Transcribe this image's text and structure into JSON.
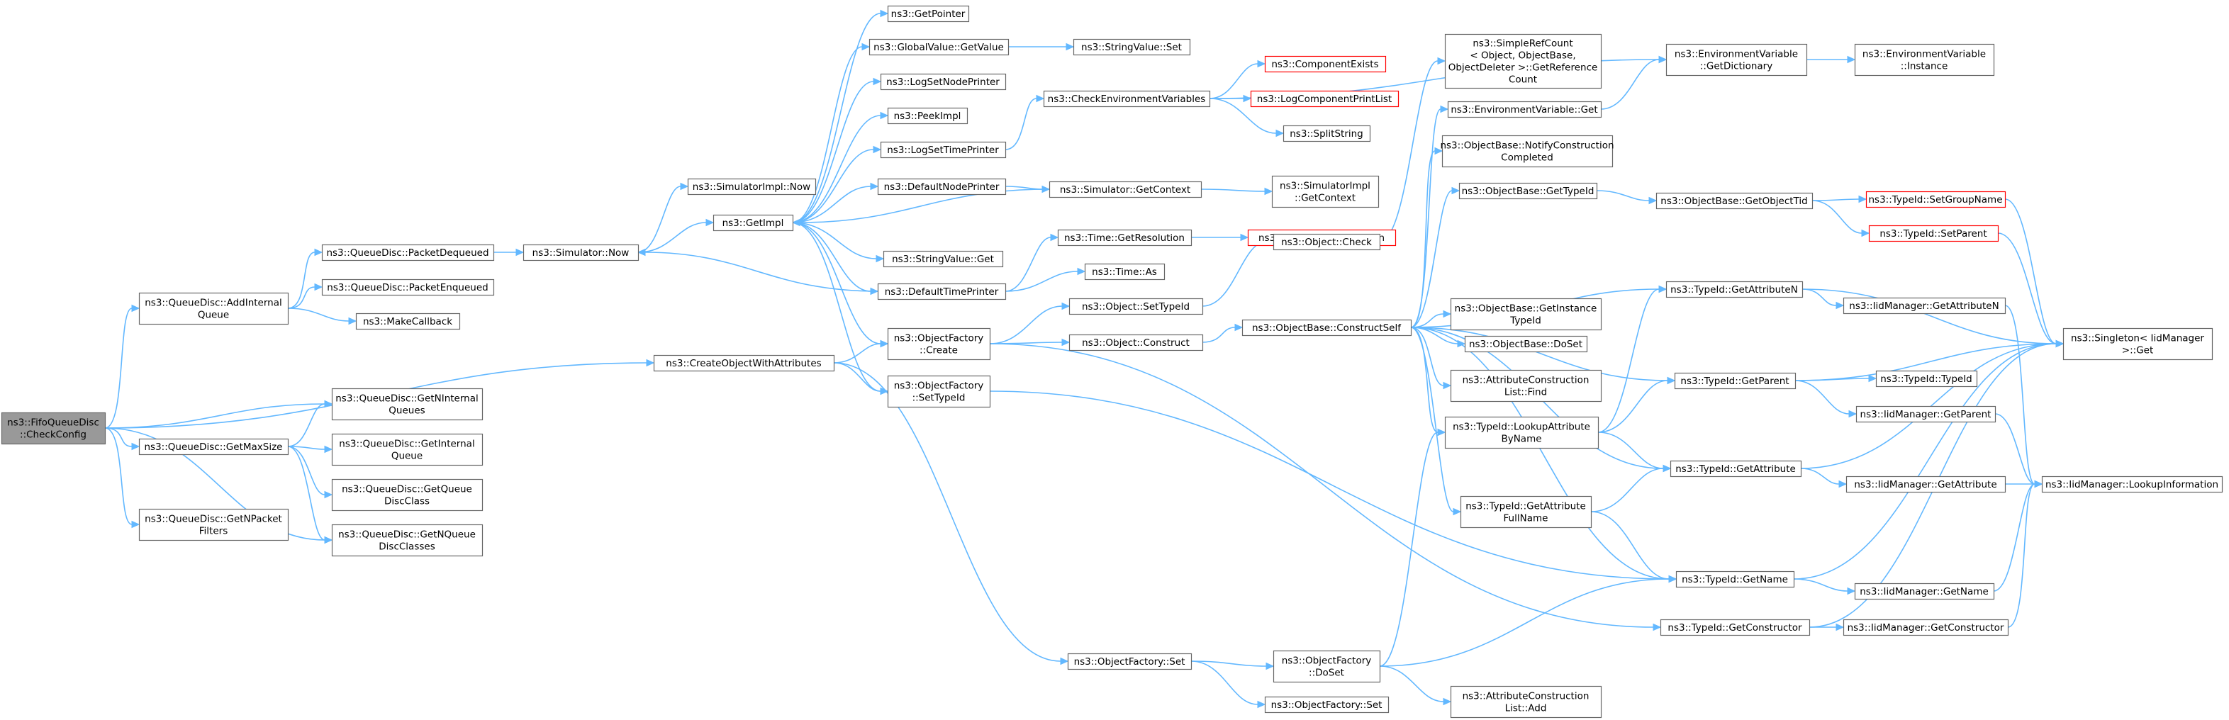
{
  "style": {
    "edge_color": "#63b8ff",
    "node_border": "#666666",
    "root_fill": "#999999",
    "root_border": "#666666",
    "red_border": "#ff0000",
    "node_fill": "#ffffff",
    "text_color": "#000000"
  },
  "nodes": [
    {
      "id": "root",
      "lines": [
        "ns3::FifoQueueDisc",
        "::CheckConfig"
      ],
      "kind": "root"
    },
    {
      "id": "addInternalQueue",
      "lines": [
        "ns3::QueueDisc::AddInternal",
        "Queue"
      ]
    },
    {
      "id": "getMaxSize",
      "lines": [
        "ns3::QueueDisc::GetMaxSize"
      ]
    },
    {
      "id": "getNPacketFilters",
      "lines": [
        "ns3::QueueDisc::GetNPacket",
        "Filters"
      ]
    },
    {
      "id": "createObjectWithAttributes",
      "lines": [
        "ns3::CreateObjectWithAttributes"
      ]
    },
    {
      "id": "getNInternalQueues",
      "lines": [
        "ns3::QueueDisc::GetNInternal",
        "Queues"
      ]
    },
    {
      "id": "getInternalQueue",
      "lines": [
        "ns3::QueueDisc::GetInternal",
        "Queue"
      ]
    },
    {
      "id": "getQueueDiscClass",
      "lines": [
        "ns3::QueueDisc::GetQueue",
        "DiscClass"
      ]
    },
    {
      "id": "getNQueueDiscClasses",
      "lines": [
        "ns3::QueueDisc::GetNQueue",
        "DiscClasses"
      ]
    },
    {
      "id": "packetDequeued",
      "lines": [
        "ns3::QueueDisc::PacketDequeued"
      ]
    },
    {
      "id": "packetEnqueued",
      "lines": [
        "ns3::QueueDisc::PacketEnqueued"
      ]
    },
    {
      "id": "makeCallback",
      "lines": [
        "ns3::MakeCallback"
      ]
    },
    {
      "id": "simNow",
      "lines": [
        "ns3::Simulator::Now"
      ]
    },
    {
      "id": "simImplNow",
      "lines": [
        "ns3::SimulatorImpl::Now"
      ]
    },
    {
      "id": "getImpl",
      "lines": [
        "ns3::GetImpl"
      ]
    },
    {
      "id": "getPointer",
      "lines": [
        "ns3::GetPointer"
      ]
    },
    {
      "id": "globalValueGetValue",
      "lines": [
        "ns3::GlobalValue::GetValue"
      ]
    },
    {
      "id": "logSetNodePrinter",
      "lines": [
        "ns3::LogSetNodePrinter"
      ]
    },
    {
      "id": "peekImpl",
      "lines": [
        "ns3::PeekImpl"
      ]
    },
    {
      "id": "logSetTimePrinter",
      "lines": [
        "ns3::LogSetTimePrinter"
      ]
    },
    {
      "id": "defaultNodePrinter",
      "lines": [
        "ns3::DefaultNodePrinter"
      ]
    },
    {
      "id": "stringValueGet",
      "lines": [
        "ns3::StringValue::Get"
      ]
    },
    {
      "id": "defaultTimePrinter",
      "lines": [
        "ns3::DefaultTimePrinter"
      ]
    },
    {
      "id": "ofCreate",
      "lines": [
        "ns3::ObjectFactory",
        "::Create"
      ]
    },
    {
      "id": "ofSetTypeId",
      "lines": [
        "ns3::ObjectFactory",
        "::SetTypeId"
      ]
    },
    {
      "id": "ofSet",
      "lines": [
        "ns3::ObjectFactory::Set"
      ]
    },
    {
      "id": "stringValueSet",
      "lines": [
        "ns3::StringValue::Set"
      ]
    },
    {
      "id": "checkEnvVars",
      "lines": [
        "ns3::CheckEnvironmentVariables"
      ]
    },
    {
      "id": "simGetContext",
      "lines": [
        "ns3::Simulator::GetContext"
      ]
    },
    {
      "id": "timeGetResolution",
      "lines": [
        "ns3::Time::GetResolution"
      ]
    },
    {
      "id": "timeAs",
      "lines": [
        "ns3::Time::As"
      ]
    },
    {
      "id": "objSetTypeId",
      "lines": [
        "ns3::Object::SetTypeId"
      ]
    },
    {
      "id": "objConstruct",
      "lines": [
        "ns3::Object::Construct"
      ]
    },
    {
      "id": "ofDoSet",
      "lines": [
        "ns3::ObjectFactory",
        "::DoSet"
      ]
    },
    {
      "id": "ofSet2",
      "lines": [
        "ns3::ObjectFactory::Set"
      ]
    },
    {
      "id": "componentExists",
      "lines": [
        "ns3::ComponentExists"
      ],
      "kind": "red"
    },
    {
      "id": "logComponentPrintList",
      "lines": [
        "ns3::LogComponentPrintList"
      ],
      "kind": "red"
    },
    {
      "id": "splitString",
      "lines": [
        "ns3::SplitString"
      ]
    },
    {
      "id": "simImplGetContext",
      "lines": [
        "ns3::SimulatorImpl",
        "::GetContext"
      ]
    },
    {
      "id": "timePeekResolution",
      "lines": [
        "ns3::Time::PeekResolution"
      ],
      "kind": "red"
    },
    {
      "id": "objectCheck",
      "lines": [
        "ns3::Object::Check"
      ]
    },
    {
      "id": "constructSelf",
      "lines": [
        "ns3::ObjectBase::ConstructSelf"
      ]
    },
    {
      "id": "simpleRefCount",
      "lines": [
        "ns3::SimpleRefCount",
        "< Object, ObjectBase,",
        "ObjectDeleter >::GetReference",
        "Count"
      ]
    },
    {
      "id": "envVarGet",
      "lines": [
        "ns3::EnvironmentVariable::Get"
      ]
    },
    {
      "id": "notifyConstruction",
      "lines": [
        "ns3::ObjectBase::NotifyConstruction",
        "Completed"
      ]
    },
    {
      "id": "obGetTypeId",
      "lines": [
        "ns3::ObjectBase::GetTypeId"
      ]
    },
    {
      "id": "obGetInstanceTypeId",
      "lines": [
        "ns3::ObjectBase::GetInstance",
        "TypeId"
      ]
    },
    {
      "id": "obDoSet",
      "lines": [
        "ns3::ObjectBase::DoSet"
      ]
    },
    {
      "id": "aclFind",
      "lines": [
        "ns3::AttributeConstruction",
        "List::Find"
      ]
    },
    {
      "id": "lookupAttrByName",
      "lines": [
        "ns3::TypeId::LookupAttribute",
        "ByName"
      ]
    },
    {
      "id": "getAttrFullName",
      "lines": [
        "ns3::TypeId::GetAttribute",
        "FullName"
      ]
    },
    {
      "id": "aclAdd",
      "lines": [
        "ns3::AttributeConstruction",
        "List::Add"
      ]
    },
    {
      "id": "envVarGetDictionary",
      "lines": [
        "ns3::EnvironmentVariable",
        "::GetDictionary"
      ]
    },
    {
      "id": "obGetObjectTid",
      "lines": [
        "ns3::ObjectBase::GetObjectTid"
      ]
    },
    {
      "id": "tidGetAttributeN",
      "lines": [
        "ns3::TypeId::GetAttributeN"
      ]
    },
    {
      "id": "tidGetParent",
      "lines": [
        "ns3::TypeId::GetParent"
      ]
    },
    {
      "id": "tidGetAttribute",
      "lines": [
        "ns3::TypeId::GetAttribute"
      ]
    },
    {
      "id": "tidGetName",
      "lines": [
        "ns3::TypeId::GetName"
      ]
    },
    {
      "id": "tidGetConstructor",
      "lines": [
        "ns3::TypeId::GetConstructor"
      ]
    },
    {
      "id": "envVarInstance",
      "lines": [
        "ns3::EnvironmentVariable",
        "::Instance"
      ]
    },
    {
      "id": "tidSetGroupName",
      "lines": [
        "ns3::TypeId::SetGroupName"
      ],
      "kind": "red"
    },
    {
      "id": "tidSetParent",
      "lines": [
        "ns3::TypeId::SetParent"
      ],
      "kind": "red"
    },
    {
      "id": "iidGetAttributeN",
      "lines": [
        "ns3::IidManager::GetAttributeN"
      ]
    },
    {
      "id": "tidTypeId",
      "lines": [
        "ns3::TypeId::TypeId"
      ]
    },
    {
      "id": "iidGetParent",
      "lines": [
        "ns3::IidManager::GetParent"
      ]
    },
    {
      "id": "iidGetAttribute",
      "lines": [
        "ns3::IidManager::GetAttribute"
      ]
    },
    {
      "id": "iidGetName",
      "lines": [
        "ns3::IidManager::GetName"
      ]
    },
    {
      "id": "iidGetConstructor",
      "lines": [
        "ns3::IidManager::GetConstructor"
      ]
    },
    {
      "id": "singletonGet",
      "lines": [
        "ns3::Singleton< IidManager",
        " >::Get"
      ]
    },
    {
      "id": "iidLookupInformation",
      "lines": [
        "ns3::IidManager::LookupInformation"
      ]
    }
  ],
  "edges": [
    [
      "root",
      "addInternalQueue"
    ],
    [
      "root",
      "createObjectWithAttributes"
    ],
    [
      "root",
      "getMaxSize"
    ],
    [
      "root",
      "getNInternalQueues"
    ],
    [
      "root",
      "getNPacketFilters"
    ],
    [
      "root",
      "getNQueueDiscClasses"
    ],
    [
      "addInternalQueue",
      "packetDequeued"
    ],
    [
      "addInternalQueue",
      "packetEnqueued"
    ],
    [
      "addInternalQueue",
      "makeCallback"
    ],
    [
      "getMaxSize",
      "getNInternalQueues"
    ],
    [
      "getMaxSize",
      "getInternalQueue"
    ],
    [
      "getMaxSize",
      "getQueueDiscClass"
    ],
    [
      "getMaxSize",
      "getNQueueDiscClasses"
    ],
    [
      "packetDequeued",
      "simNow"
    ],
    [
      "simNow",
      "simImplNow"
    ],
    [
      "simNow",
      "getImpl"
    ],
    [
      "getImpl",
      "getPointer"
    ],
    [
      "getImpl",
      "globalValueGetValue"
    ],
    [
      "getImpl",
      "logSetNodePrinter"
    ],
    [
      "getImpl",
      "peekImpl"
    ],
    [
      "getImpl",
      "logSetTimePrinter"
    ],
    [
      "getImpl",
      "defaultNodePrinter"
    ],
    [
      "getImpl",
      "stringValueGet"
    ],
    [
      "getImpl",
      "defaultTimePrinter"
    ],
    [
      "getImpl",
      "ofCreate"
    ],
    [
      "getImpl",
      "ofSetTypeId"
    ],
    [
      "createObjectWithAttributes",
      "ofCreate"
    ],
    [
      "createObjectWithAttributes",
      "ofSetTypeId"
    ],
    [
      "createObjectWithAttributes",
      "ofSet"
    ],
    [
      "globalValueGetValue",
      "stringValueSet"
    ],
    [
      "logSetTimePrinter",
      "checkEnvVars"
    ],
    [
      "defaultNodePrinter",
      "simGetContext"
    ],
    [
      "simGetContext",
      "getImpl"
    ],
    [
      "simGetContext",
      "simImplGetContext"
    ],
    [
      "defaultTimePrinter",
      "simNow"
    ],
    [
      "defaultTimePrinter",
      "timeGetResolution"
    ],
    [
      "defaultTimePrinter",
      "timeAs"
    ],
    [
      "ofCreate",
      "objSetTypeId"
    ],
    [
      "ofCreate",
      "objConstruct"
    ],
    [
      "ofCreate",
      "tidGetConstructor"
    ],
    [
      "ofSetTypeId",
      "tidGetName"
    ],
    [
      "ofSet",
      "ofDoSet"
    ],
    [
      "ofSet",
      "ofSet2"
    ],
    [
      "checkEnvVars",
      "componentExists"
    ],
    [
      "checkEnvVars",
      "logComponentPrintList"
    ],
    [
      "checkEnvVars",
      "splitString"
    ],
    [
      "checkEnvVars",
      "envVarGetDictionary"
    ],
    [
      "timeGetResolution",
      "timePeekResolution"
    ],
    [
      "objSetTypeId",
      "objectCheck"
    ],
    [
      "objConstruct",
      "constructSelf"
    ],
    [
      "objectCheck",
      "simpleRefCount"
    ],
    [
      "ofDoSet",
      "lookupAttrByName"
    ],
    [
      "ofDoSet",
      "aclAdd"
    ],
    [
      "ofDoSet",
      "tidGetName"
    ],
    [
      "constructSelf",
      "envVarGet"
    ],
    [
      "constructSelf",
      "notifyConstruction"
    ],
    [
      "constructSelf",
      "obGetTypeId"
    ],
    [
      "constructSelf",
      "obGetInstanceTypeId"
    ],
    [
      "constructSelf",
      "obDoSet"
    ],
    [
      "constructSelf",
      "aclFind"
    ],
    [
      "constructSelf",
      "lookupAttrByName"
    ],
    [
      "constructSelf",
      "getAttrFullName"
    ],
    [
      "constructSelf",
      "tidGetAttributeN"
    ],
    [
      "constructSelf",
      "tidGetParent"
    ],
    [
      "constructSelf",
      "tidGetAttribute"
    ],
    [
      "constructSelf",
      "tidGetName"
    ],
    [
      "envVarGet",
      "envVarGetDictionary"
    ],
    [
      "obGetTypeId",
      "obGetObjectTid"
    ],
    [
      "obGetObjectTid",
      "tidSetGroupName"
    ],
    [
      "obGetObjectTid",
      "tidSetParent"
    ],
    [
      "lookupAttrByName",
      "tidGetAttributeN"
    ],
    [
      "lookupAttrByName",
      "tidGetParent"
    ],
    [
      "lookupAttrByName",
      "tidGetAttribute"
    ],
    [
      "getAttrFullName",
      "tidGetAttribute"
    ],
    [
      "getAttrFullName",
      "tidGetName"
    ],
    [
      "envVarGetDictionary",
      "envVarInstance"
    ],
    [
      "tidGetAttributeN",
      "iidGetAttributeN"
    ],
    [
      "tidGetAttributeN",
      "singletonGet"
    ],
    [
      "tidGetParent",
      "tidTypeId"
    ],
    [
      "tidGetParent",
      "iidGetParent"
    ],
    [
      "tidGetParent",
      "singletonGet"
    ],
    [
      "tidGetAttribute",
      "iidGetAttribute"
    ],
    [
      "tidGetAttribute",
      "singletonGet"
    ],
    [
      "tidGetName",
      "iidGetName"
    ],
    [
      "tidGetName",
      "singletonGet"
    ],
    [
      "tidGetConstructor",
      "iidGetConstructor"
    ],
    [
      "tidGetConstructor",
      "singletonGet"
    ],
    [
      "tidSetGroupName",
      "singletonGet"
    ],
    [
      "tidSetParent",
      "singletonGet"
    ],
    [
      "iidGetAttributeN",
      "iidLookupInformation"
    ],
    [
      "iidGetParent",
      "iidLookupInformation"
    ],
    [
      "iidGetAttribute",
      "iidLookupInformation"
    ],
    [
      "iidGetName",
      "iidLookupInformation"
    ],
    [
      "iidGetConstructor",
      "iidLookupInformation"
    ]
  ]
}
